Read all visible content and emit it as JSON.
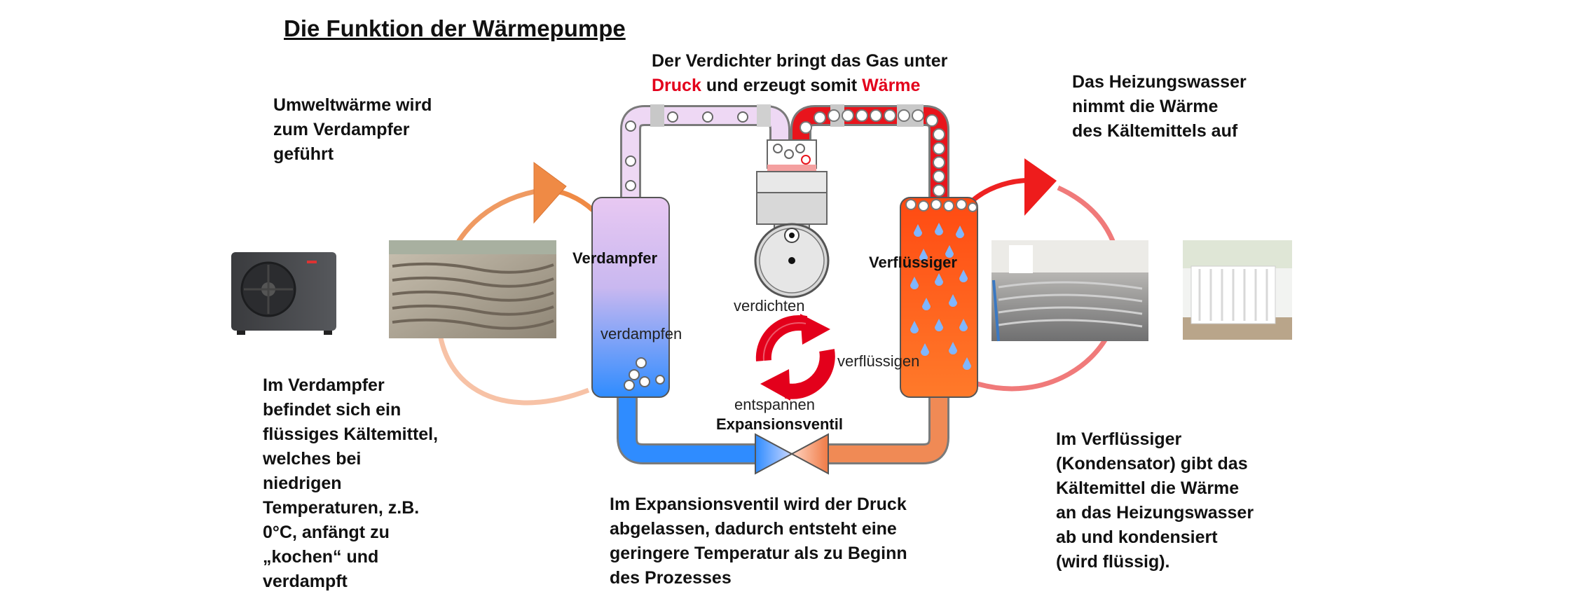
{
  "title": "Die Funktion der  Wärmepumpe",
  "texts": {
    "umwelt": [
      "Umweltwärme wird",
      "zum Verdampfer",
      "geführt"
    ],
    "verdichter_line1": "Der Verdichter bringt das Gas unter",
    "verdichter_druck": "Druck",
    "verdichter_mid": " und erzeugt somit ",
    "verdichter_waerme": "Wärme",
    "heizungswasser": [
      "Das Heizungswasser",
      "nimmt die Wärme",
      "des Kältemittels auf"
    ],
    "verdampfer_desc": [
      "Im Verdampfer",
      "befindet sich ein",
      "flüssiges Kältemittel,",
      "welches bei",
      "niedrigen",
      "Temperaturen, z.B.",
      "0°C, anfängt zu",
      "„kochen“ und",
      "verdampft"
    ],
    "expansion_desc": [
      "Im Expansionsventil wird der Druck",
      "abgelassen, dadurch entsteht eine",
      "geringere Temperatur als zu Beginn",
      "des Prozesses"
    ],
    "verfluessiger_desc": [
      "Im Verflüssiger",
      "(Kondensator) gibt das",
      "Kältemittel die Wärme",
      "an das Heizungswasser",
      "ab und kondensiert",
      "(wird flüssig)."
    ]
  },
  "labels": {
    "verdampfer": "Verdampfer",
    "verfluessiger": "Verflüssiger",
    "verdichten": "verdichten",
    "verdampfen": "verdampfen",
    "verfluessigen": "verflüssigen",
    "entspannen": "entspannen",
    "expansionsventil": "Expansionsventil"
  },
  "colors": {
    "accent_red": "#e3001b",
    "evaporator_top": "#e8c8f2",
    "evaporator_bottom": "#2f8cff",
    "condenser": "#ff5a1a",
    "pipe_cold": "#2f8cff",
    "pipe_warm": "#f08a55",
    "pipe_hot": "#e8141c",
    "pipe_gas": "#eed8f4"
  }
}
